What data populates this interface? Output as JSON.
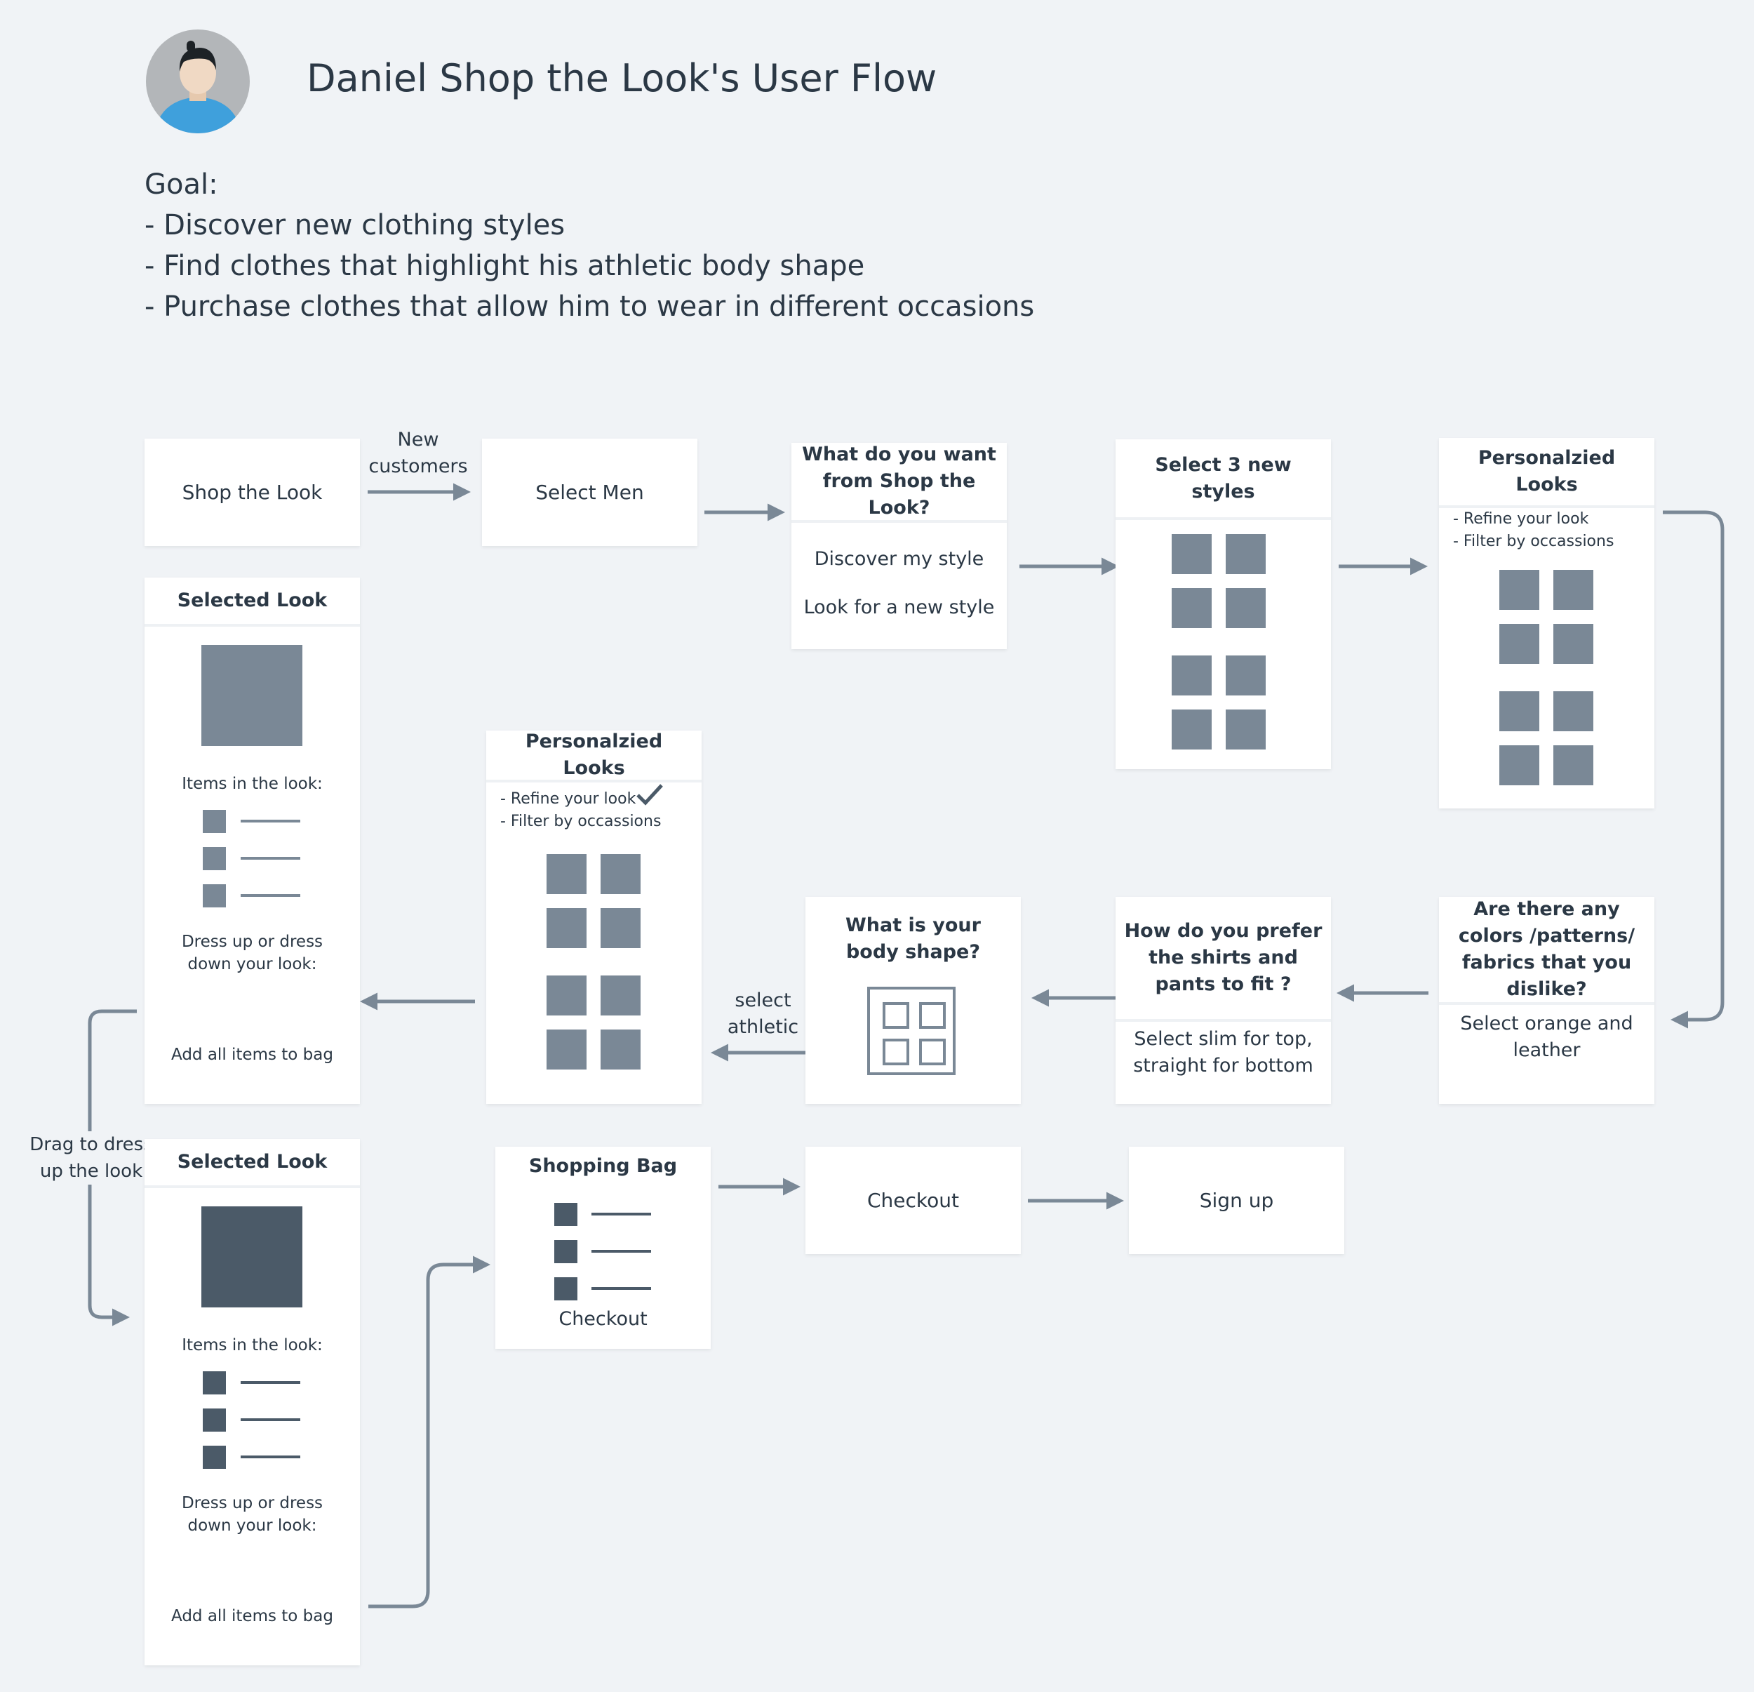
{
  "title": "Daniel  Shop the Look's User Flow",
  "goal": {
    "heading": "Goal:",
    "items": [
      "- Discover new clothing styles",
      "- Find clothes that highlight his athletic body shape",
      "- Purchase clothes that allow him to wear in different occasions"
    ]
  },
  "colors": {
    "background": "#f0f3f6",
    "tile": "#7a8896",
    "tile_dark": "#4b5a68",
    "arrow": "#7a8896",
    "avatar_shirt": "#3fa0dc"
  },
  "nodes": {
    "shop_the_look": "Shop the Look",
    "select_men": "Select Men",
    "want": {
      "title": "What do you want from Shop the Look?",
      "options": [
        "Discover my style",
        "Look for a new style"
      ]
    },
    "select_styles": {
      "title": "Select 3 new styles"
    },
    "personalized_1": {
      "title": "Personalzied Looks",
      "refine": "- Refine your look",
      "filter": "- Filter by occassions"
    },
    "colors_q": {
      "title": "Are there any colors /patterns/ fabrics that you dislike?",
      "answer": "Select orange and leather"
    },
    "fit_q": {
      "title": "How do you prefer the shirts and pants to fit ?",
      "answer": "Select slim for top, straight for bottom"
    },
    "body_q": {
      "title": "What is your body shape?"
    },
    "personalized_2": {
      "title": "Personalzied Looks",
      "refine": "- Refine your look",
      "filter": "- Filter by occassions"
    },
    "selected_look_1": {
      "title": "Selected Look",
      "items_label": "Items in the look:",
      "dress_label": "Dress up or dress down your look:",
      "add_all": "Add all items to bag"
    },
    "selected_look_2": {
      "title": "Selected Look",
      "items_label": "Items in the look:",
      "dress_label": "Dress up or dress down your look:",
      "add_all": "Add all items to bag"
    },
    "shopping_bag": {
      "title": "Shopping Bag",
      "checkout": "Checkout"
    },
    "checkout": "Checkout",
    "signup": "Sign up"
  },
  "edge_labels": {
    "new_customers": "New customers",
    "select_athletic": "select athletic",
    "drag": "Drag to dress up the look"
  }
}
